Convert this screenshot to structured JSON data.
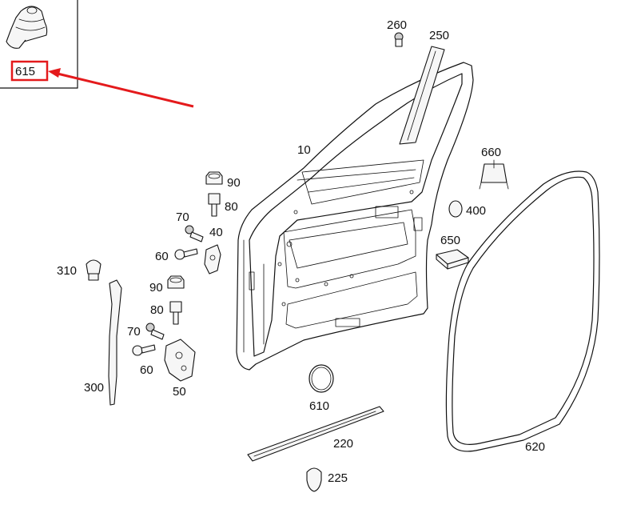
{
  "highlight": {
    "part": "615",
    "color": "#e41a1c"
  },
  "inset": {
    "label": "615",
    "icon": "grommet-boot-icon"
  },
  "labels": {
    "p10": "10",
    "p40": "40",
    "p50": "50",
    "p60a": "60",
    "p60b": "60",
    "p70a": "70",
    "p70b": "70",
    "p80a": "80",
    "p80b": "80",
    "p90a": "90",
    "p90b": "90",
    "p220": "220",
    "p225": "225",
    "p250": "250",
    "p260": "260",
    "p300": "300",
    "p310": "310",
    "p400": "400",
    "p610": "610",
    "p620": "620",
    "p650": "650",
    "p660": "660"
  }
}
